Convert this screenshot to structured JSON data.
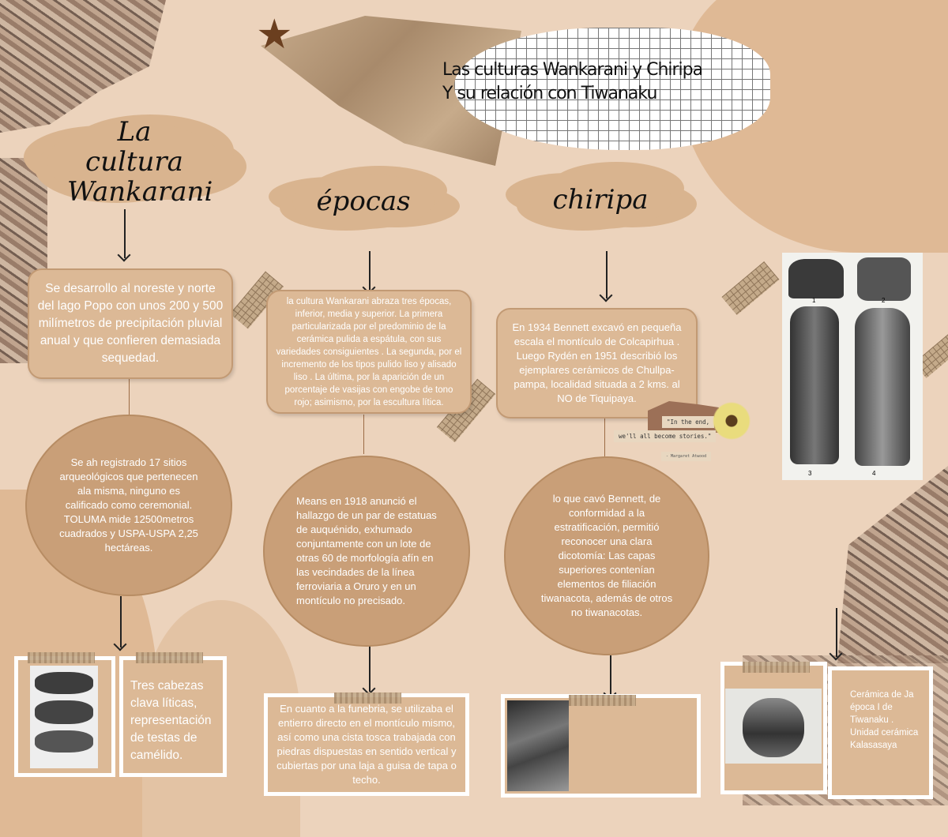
{
  "title": {
    "line1": "Las culturas Wankarani y Chiripa",
    "line2": "Y  su relación con Tiwanaku"
  },
  "headings": {
    "wankarani": "La cultura Wankarani",
    "epocas": "épocas",
    "chiripa": "chiripa"
  },
  "wankarani": {
    "box": "Se desarrollo al noreste y norte del lago Popo con unos 200 y 500 milímetros de precipitación pluvial anual y que confieren demasiada sequedad.",
    "oval": "Se ah registrado 17 sitios arqueológicos que pertenecen ala misma, ninguno es calificado como ceremonial. TOLUMA mide 12500metros cuadrados y USPA-USPA 2,25 hectáreas.",
    "card_caption": "Tres cabezas clava líticas, representación de testas de camélido."
  },
  "epocas": {
    "box": "la cultura Wankarani abraza tres épocas, inferior, media y superior. La primera particularizada por el predominio de la cerámica pulida a espátula, con sus variedades consiguientes . La segunda, por el incremento de los tipos pulido liso y alisado liso . La última, por la aparición de un porcentaje de vasijas con engobe de tono rojo; asimismo, por la escultura lítica.",
    "oval": "Means en 1918 anunció el hallazgo de un par de estatuas de auquénido, exhumado conjuntamente con un lote de otras 60 de morfología afín en las vecindades de la línea ferroviaria a Oruro y en un montículo no precisado.",
    "bottom": "En cuanto a la funebria, se utilizaba el entierro directo en el montículo mismo, así como una cista tosca trabajada con piedras dispuestas en sentido vertical y cubiertas por una laja a guisa de tapa o techo."
  },
  "chiripa": {
    "box": "En 1934 Bennett excavó en pequeña escala el montículo de Colcapirhua . Luego Rydén en 1951 describió los ejemplares cerámicos de Chullpa-pampa, localidad situada a 2 kms. al NO de Tiquipaya.",
    "oval": "lo que cavó Bennett, de conformidad a la estratificación, permitió reconocer una clara dicotomía: Las capas superiores contenían elementos de filiación tiwanacota, además de otros no tiwanacotas."
  },
  "quote": {
    "line1": "\"In the end,",
    "line2": "we'll all become stories.\"",
    "author": "- Margaret Atwood"
  },
  "tiwanaku": {
    "caption": "Cerámica de Ja época I de Tiwanaku . Unidad cerámica Kalasasaya"
  },
  "photo_labels": [
    "1",
    "2",
    "3",
    "4"
  ],
  "colors": {
    "background": "#ecd3bc",
    "box": "#dcb996",
    "oval": "#c99f78",
    "star": "#6b3f1f"
  }
}
